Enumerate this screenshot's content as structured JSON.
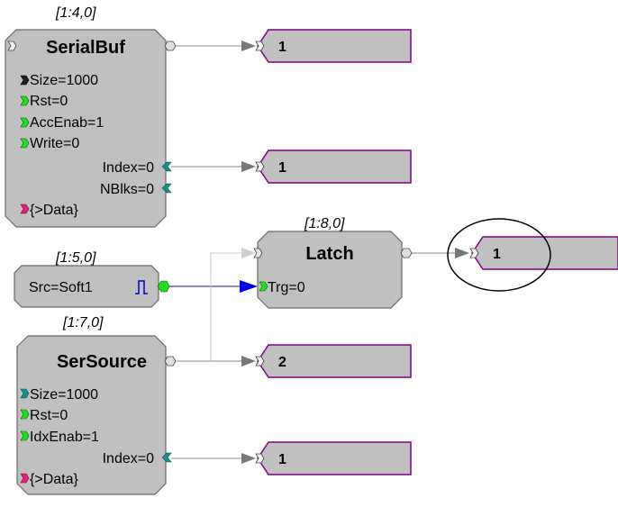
{
  "serialbuf": {
    "coord": "[1:4,0]",
    "title": "SerialBuf",
    "params": [
      "Size=1000",
      "Rst=0",
      "AccEnab=1",
      "Write=0"
    ],
    "outputs": [
      "Index=0",
      "NBlks=0"
    ],
    "data": "{>Data}"
  },
  "src": {
    "coord": "[1:5,0]",
    "label": "Src=Soft1"
  },
  "latch": {
    "coord": "[1:8,0]",
    "title": "Latch",
    "param": "Trg=0"
  },
  "sersource": {
    "coord": "[1:7,0]",
    "title": "SerSource",
    "params": [
      "Size=1000",
      "Rst=0",
      "IdxEnab=1"
    ],
    "output": "Index=0",
    "data": "{>Data}"
  },
  "tags": {
    "t1": "1",
    "t2": "1",
    "t3": "1",
    "t4": "2",
    "t5": "1"
  }
}
